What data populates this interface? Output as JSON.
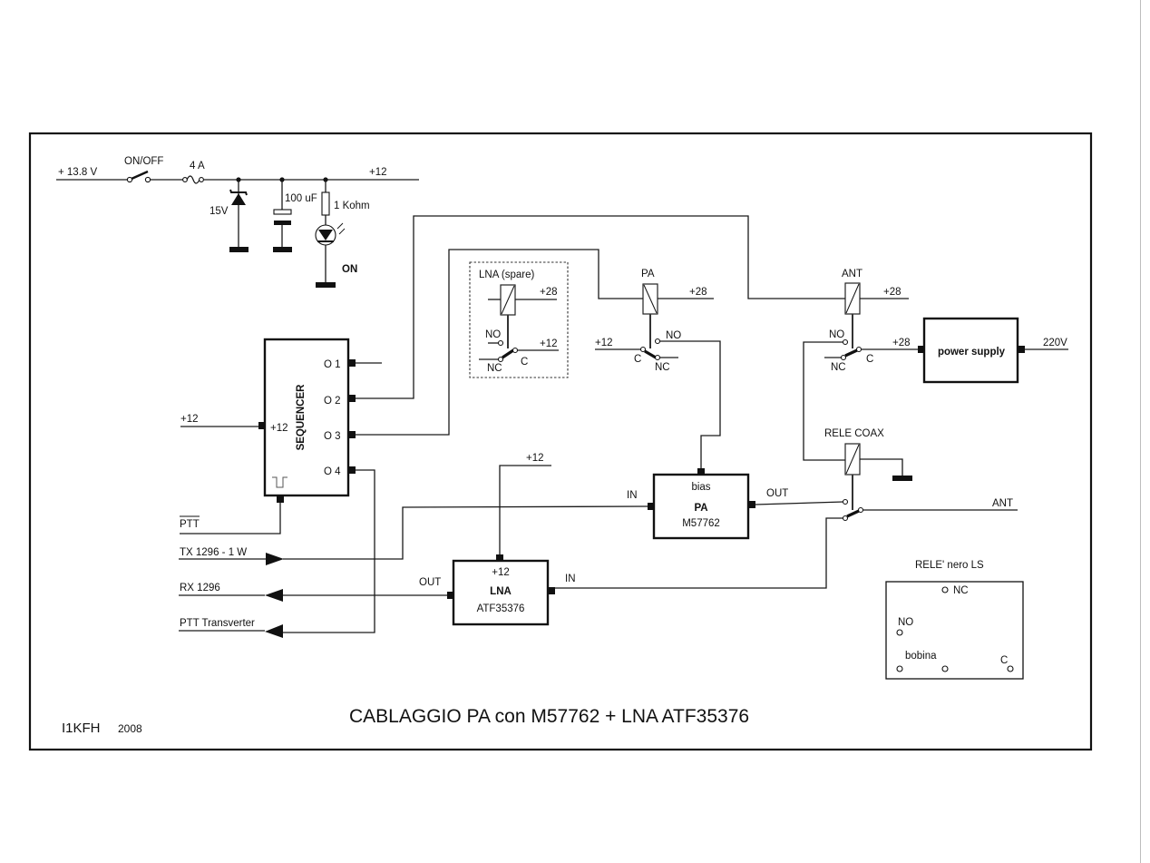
{
  "title": "CABLAGGIO PA con M57762 + LNA ATF35376",
  "author": "I1KFH",
  "year": "2008",
  "power_section": {
    "input_label": "+ 13.8 V",
    "switch_label": "ON/OFF",
    "fuse_label": "4 A",
    "zener_label": "15V",
    "capacitor_label": "100 uF",
    "resistor_label": "1 Kohm",
    "led_label": "ON",
    "output_label": "+12"
  },
  "sequencer": {
    "name": "SEQUENCER",
    "supply_pin": "+12",
    "supply_input_label": "+12",
    "outputs": [
      "O 1",
      "O 2",
      "O 3",
      "O 4"
    ],
    "ptt_label": "PTT"
  },
  "relays": {
    "lna_spare": {
      "title": "LNA (spare)",
      "coil_supply": "+28",
      "common_supply": "+12",
      "no": "NO",
      "nc": "NC",
      "c": "C"
    },
    "pa": {
      "title": "PA",
      "coil_supply": "+28",
      "common_supply": "+12",
      "no": "NO",
      "nc": "NC",
      "c": "C"
    },
    "ant": {
      "title": "ANT",
      "coil_supply": "+28",
      "common_supply": "+28",
      "no": "NO",
      "nc": "NC",
      "c": "C"
    },
    "coax": {
      "title": "RELE COAX",
      "ant_label": "ANT"
    }
  },
  "power_supply": {
    "name": "power supply",
    "input": "220V"
  },
  "pa_block": {
    "bias": "bias",
    "name": "PA",
    "part": "M57762",
    "in": "IN",
    "out": "OUT"
  },
  "lna_block": {
    "supply": "+12",
    "name": "LNA",
    "part": "ATF35376",
    "in": "IN",
    "out": "OUT",
    "supply_label": "+12"
  },
  "ports": {
    "tx": "TX 1296 - 1 W",
    "rx": "RX 1296",
    "ptt_transverter": "PTT Transverter"
  },
  "relay_pinout": {
    "title": "RELE' nero LS",
    "nc": "NC",
    "no": "NO",
    "coil": "bobina",
    "c": "C"
  }
}
